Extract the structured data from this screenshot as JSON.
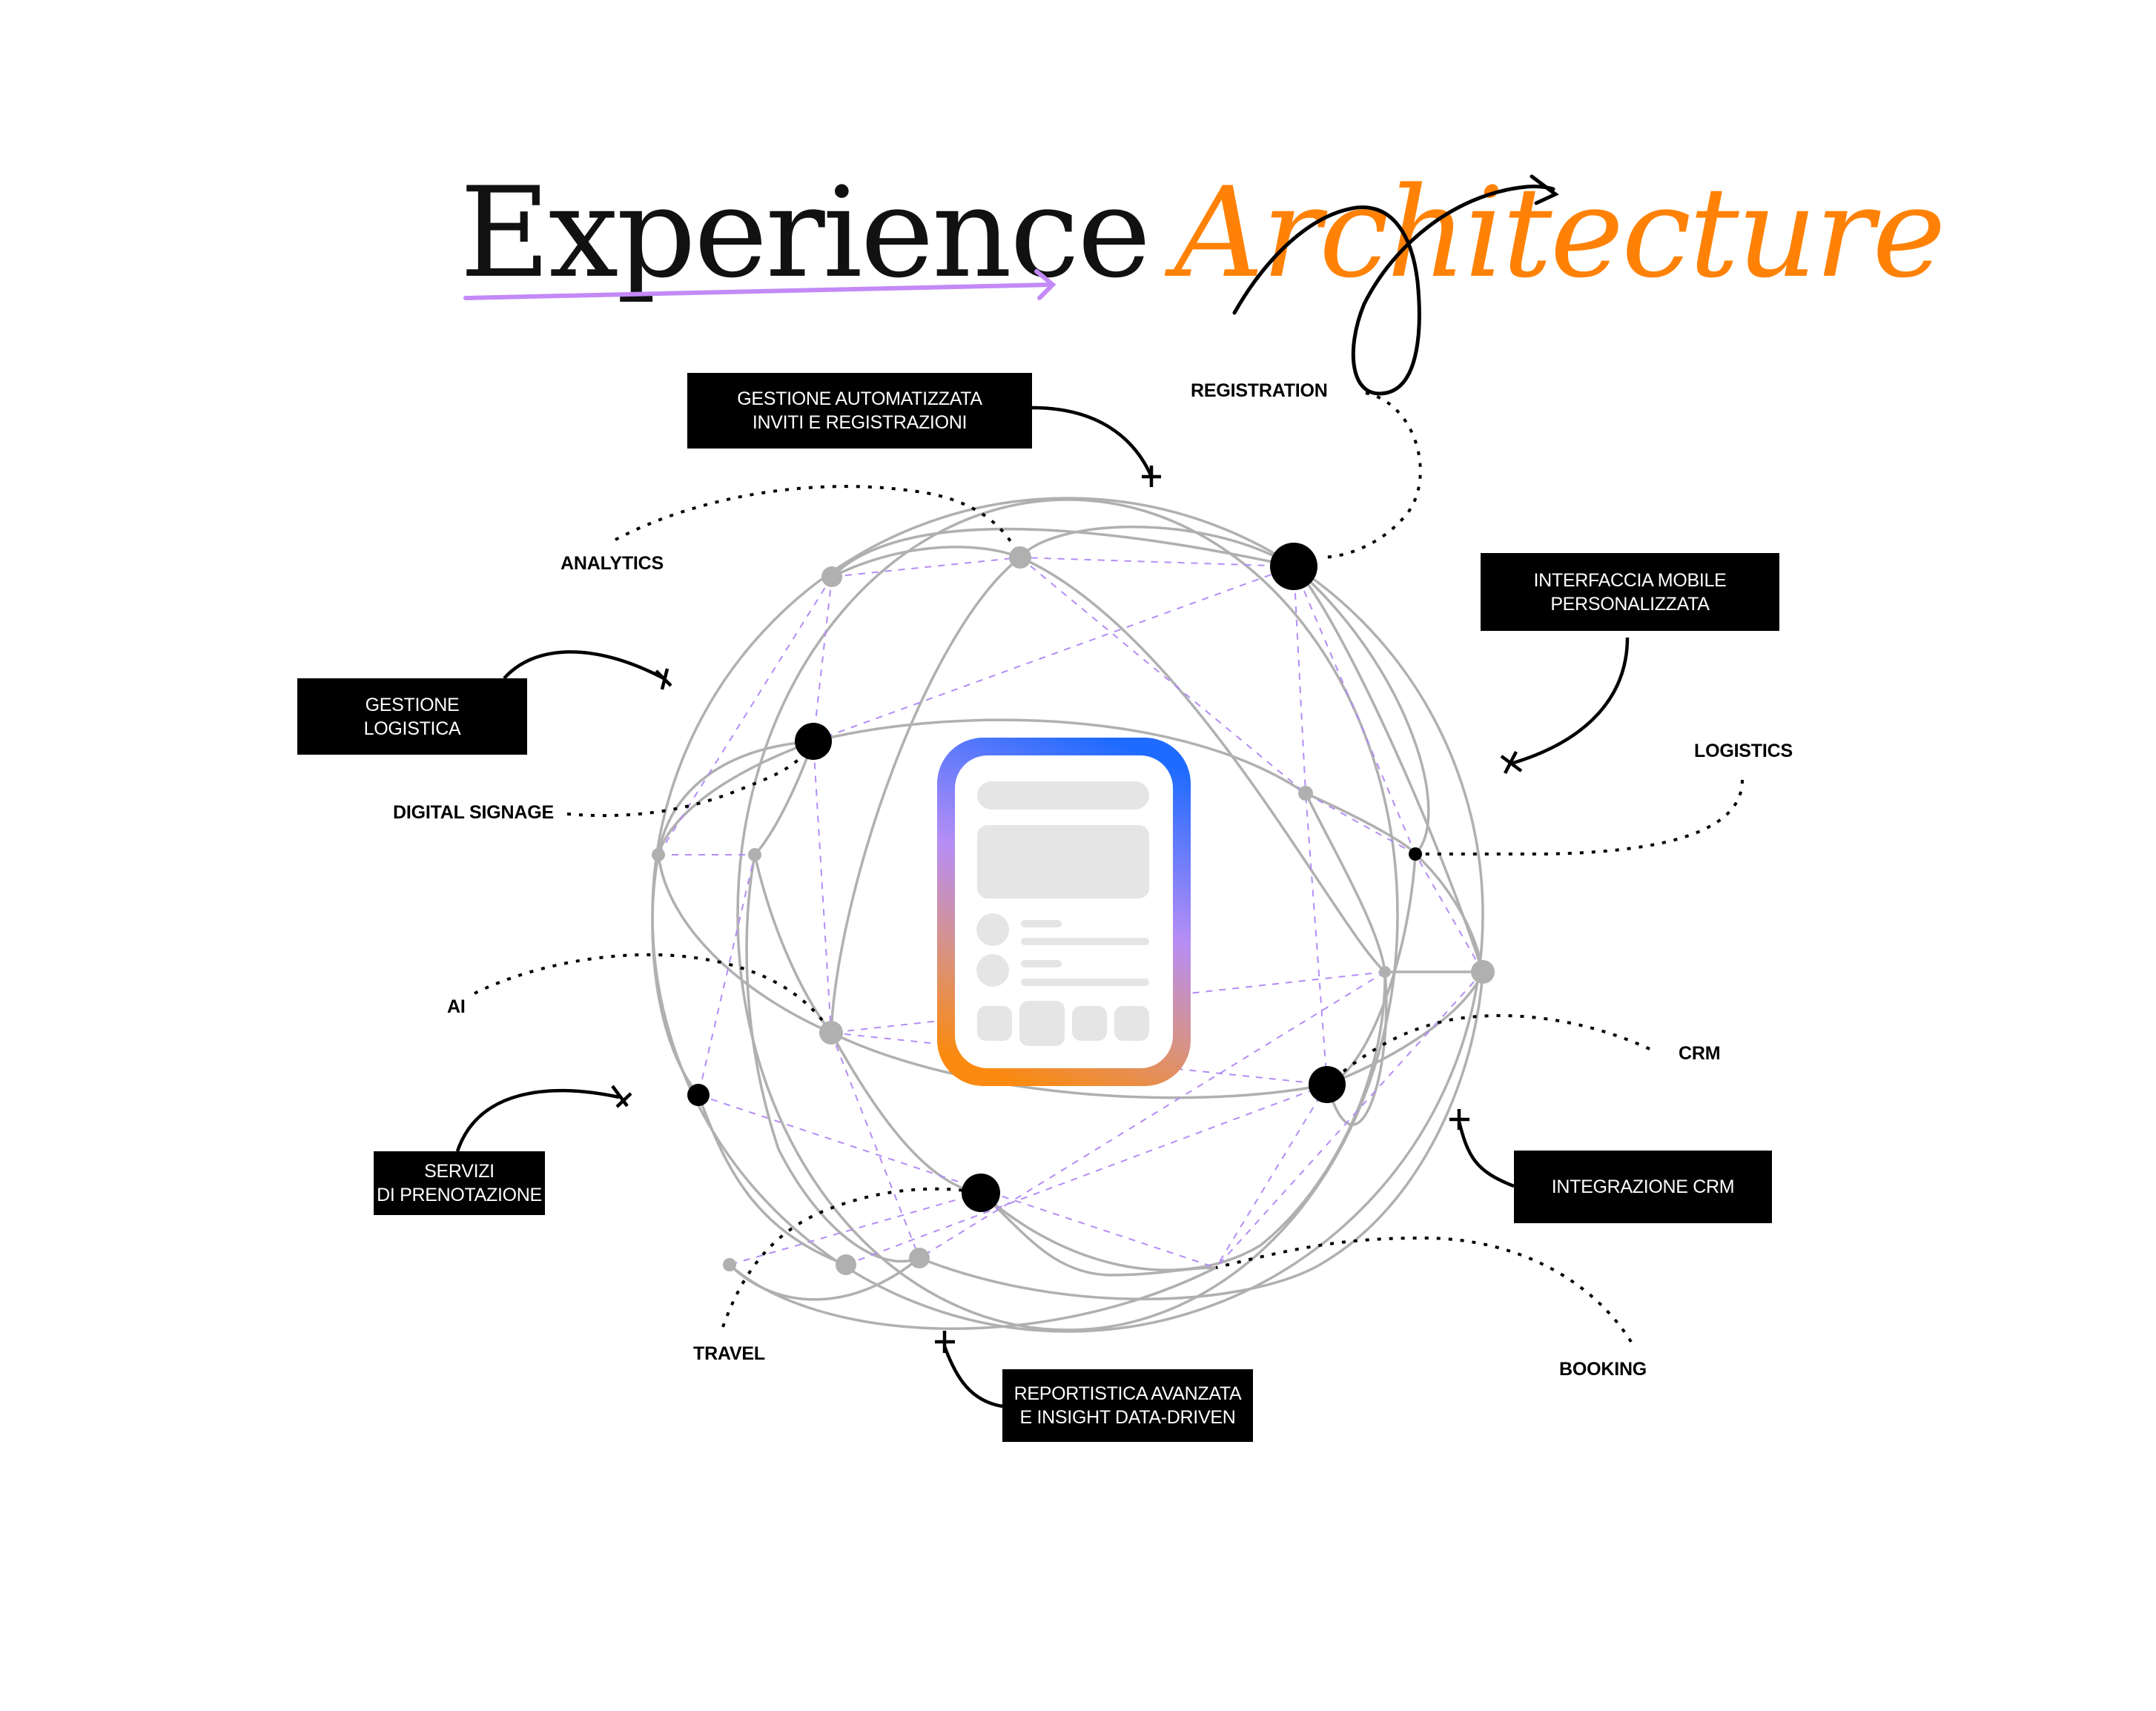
{
  "title": {
    "word1": "Experience",
    "word2": "Architecture",
    "word1_color": "#111111",
    "word2_color": "#FF8206",
    "underline_arrow_color": "#C38AF7"
  },
  "feature_boxes": [
    {
      "id": "automation",
      "text": "GESTIONE AUTOMATIZZATA\nINVITI E REGISTRAZIONI"
    },
    {
      "id": "mobile",
      "text": "INTERFACCIA MOBILE\nPERSONALIZZATA"
    },
    {
      "id": "logistics",
      "text": "GESTIONE\nLOGISTICA"
    },
    {
      "id": "crm",
      "text": "INTEGRAZIONE CRM"
    },
    {
      "id": "booking",
      "text": "SERVIZI\nDI PRENOTAZIONE"
    },
    {
      "id": "reporting",
      "text": "REPORTISTICA AVANZATA\nE INSIGHT DATA-DRIVEN"
    }
  ],
  "node_labels": [
    {
      "id": "registration",
      "text": "REGISTRATION"
    },
    {
      "id": "analytics",
      "text": "ANALYTICS"
    },
    {
      "id": "digital-signage",
      "text": "DIGITAL SIGNAGE"
    },
    {
      "id": "logistics",
      "text": "LOGISTICS"
    },
    {
      "id": "ai",
      "text": "AI"
    },
    {
      "id": "crm",
      "text": "CRM"
    },
    {
      "id": "travel",
      "text": "TRAVEL"
    },
    {
      "id": "booking",
      "text": "BOOKING"
    }
  ],
  "colors": {
    "sphere_line": "#B0B0B0",
    "connector_dash": "#B48CF5",
    "node_gray": "#B0B0B0",
    "node_black": "#000000",
    "phone_gradient_top": "#1F6BFF",
    "phone_gradient_mid": "#B78EF5",
    "phone_gradient_bottom": "#FA8A10",
    "phone_placeholder": "#E5E5E5"
  },
  "center_device": {
    "icon": "mobile-app-wireframe-icon"
  }
}
